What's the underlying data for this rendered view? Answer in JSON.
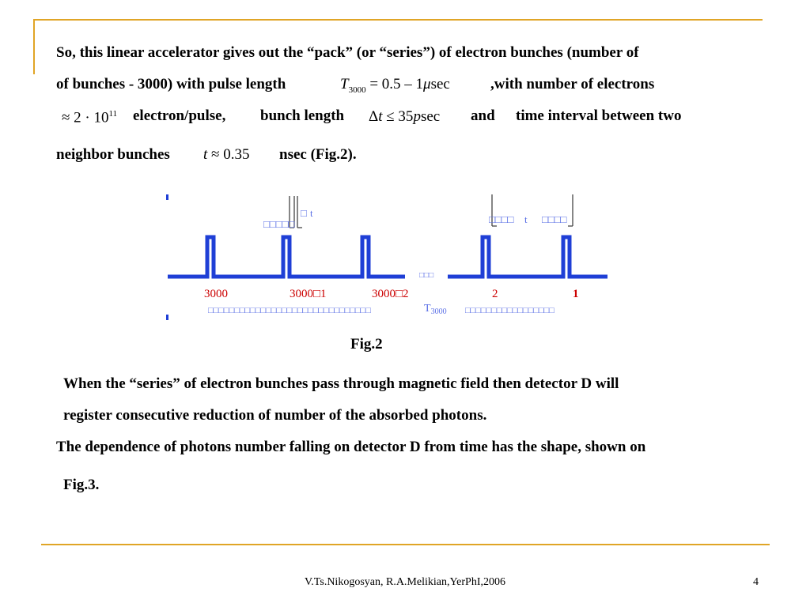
{
  "paragraph1": {
    "line1": "So, this linear accelerator gives out the “pack” (or “series”) of electron bunches (number of",
    "line2_a": "of bunches - 3000) with pulse length",
    "line2_b": ",with number of electrons",
    "line3_a": "electron/pulse,",
    "line3_b": "bunch length",
    "line3_c": "and",
    "line3_d": "time interval between two",
    "line4_a": "neighbor bunches",
    "line4_b": "nsec (Fig.2)."
  },
  "formulas": {
    "pulse_T": "T",
    "pulse_sub": "3000",
    "pulse_rest": " = 0.5 – 1",
    "pulse_mu": "μ",
    "pulse_unit": "sec",
    "electrons_prefix": "≈ 2 · 10",
    "electrons_exp": "11",
    "bunch_delta": "Δ",
    "bunch_t": "t",
    "bunch_rest": " ≤ 35",
    "bunch_p": "p",
    "bunch_unit": "sec",
    "interval_t": "t",
    "interval_rest": " ≈ 0.35"
  },
  "figure": {
    "label_3000": "3000",
    "label_3000_1": "3000□1",
    "label_3000_2": "3000□2",
    "label_2": "2",
    "label_1": "1",
    "dots": "□□□",
    "t_label": "t",
    "t_label2": "t",
    "placeholder_left": "□□□□□",
    "placeholder_right_a": "□□□□",
    "placeholder_right_b": "□□□□",
    "box_t": "□",
    "T_label": "T",
    "T_sub": "3000",
    "bottom_left_boxes": "□□□□□□□□□□□□□□□□□□□□□□□□□□□□□□□",
    "bottom_right_boxes": "□□□□□□□□□□□□□□□□□",
    "caption": "Fig.2"
  },
  "paragraph2": {
    "line1": "When the “series” of electron bunches  pass through  magnetic field then  detector D will",
    "line2": "register consecutive reduction of number of the absorbed photons.",
    "line3": "The dependence of photons number falling on detector D from time has the shape, shown on",
    "line4": "Fig.3."
  },
  "footer": {
    "text": "V.Ts.Nikogosyan, R.A.Melikian,YerPhI,2006",
    "page": "4"
  },
  "colors": {
    "accent": "#e0a526",
    "pulse": "#1f3fd6",
    "label_red": "#cc0000",
    "label_blue": "#5a6fe6"
  }
}
